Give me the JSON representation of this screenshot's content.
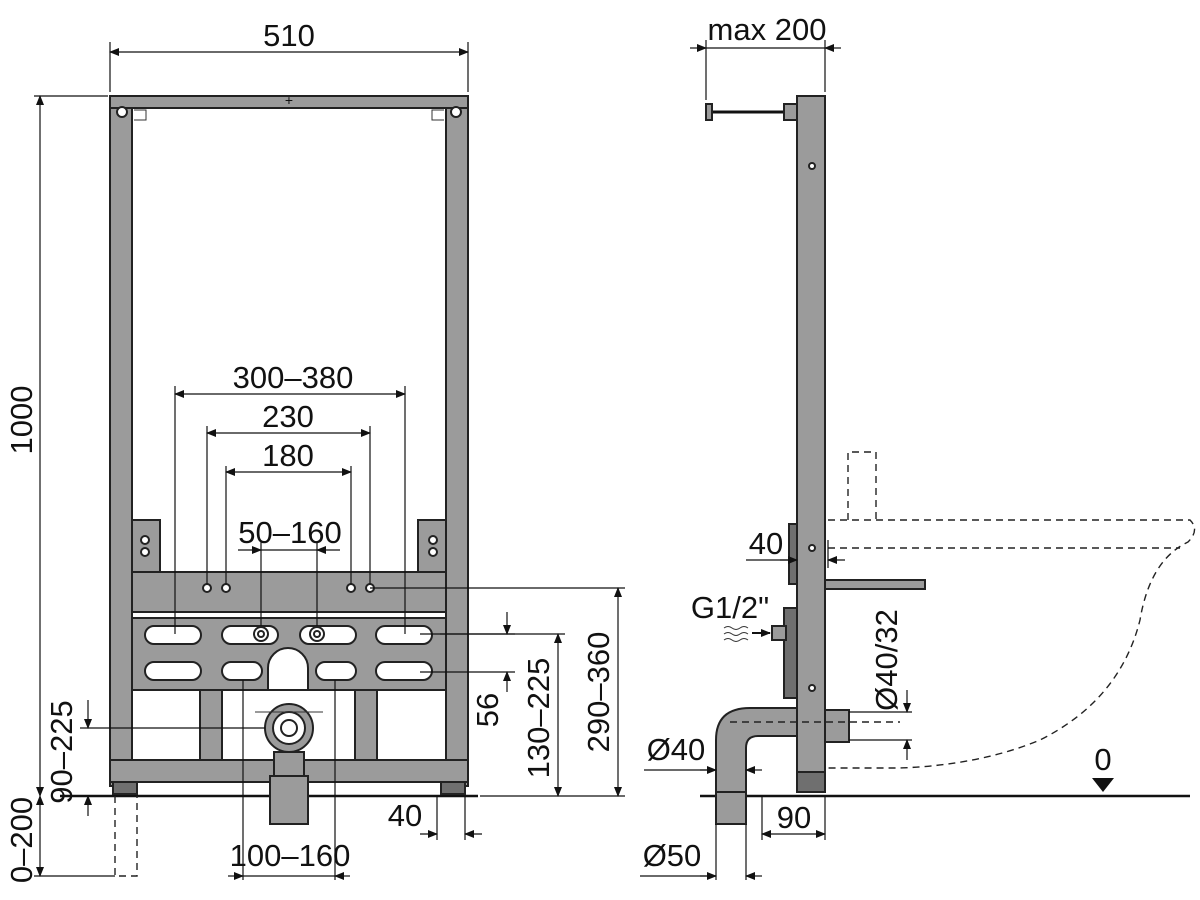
{
  "front_view": {
    "width_label": "510",
    "height_label": "1000",
    "spacing_300_380": "300–380",
    "spacing_230": "230",
    "spacing_180": "180",
    "spacing_50_160": "50–160",
    "height_290_360": "290–360",
    "height_130_225": "130–225",
    "height_56": "56",
    "height_90_225": "90–225",
    "leg_0_200": "0–200",
    "offset_40": "40",
    "spacing_100_160": "100–160"
  },
  "side_view": {
    "depth_max": "max 200",
    "thickness_40": "40",
    "thread_g12": "G1/2\"",
    "pipe_40_32": "Ø40/32",
    "pipe_40": "Ø40",
    "pipe_50": "Ø50",
    "depth_90": "90",
    "floor_zero": "0"
  },
  "colors": {
    "frame": "#9b9b9b",
    "frame_dark": "#6f6f6f",
    "line": "#111111"
  }
}
